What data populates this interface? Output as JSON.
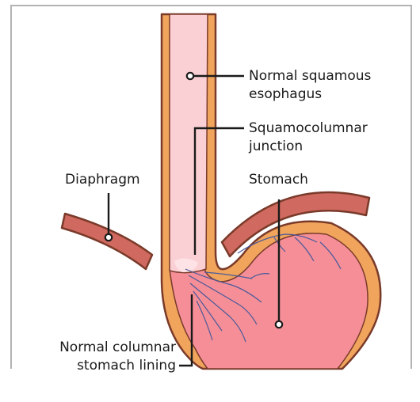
{
  "labels": {
    "esophagus": [
      "Normal squamous",
      "esophagus"
    ],
    "junction": [
      "Squamocolumnar",
      "junction"
    ],
    "diaphragm": "Diaphragm",
    "stomach": "Stomach",
    "lining": [
      "Normal columnar",
      "stomach lining"
    ]
  },
  "colors": {
    "frame": "#b3b3b3",
    "outline": "#7a3a2a",
    "wall": "#f0a45c",
    "esophagus_lumen": "#fbd0d4",
    "stomach_lumen": "#f58e97",
    "diaphragm": "#d06a60",
    "folds": "#4a5a9a",
    "leader": "#1a1a1a"
  }
}
